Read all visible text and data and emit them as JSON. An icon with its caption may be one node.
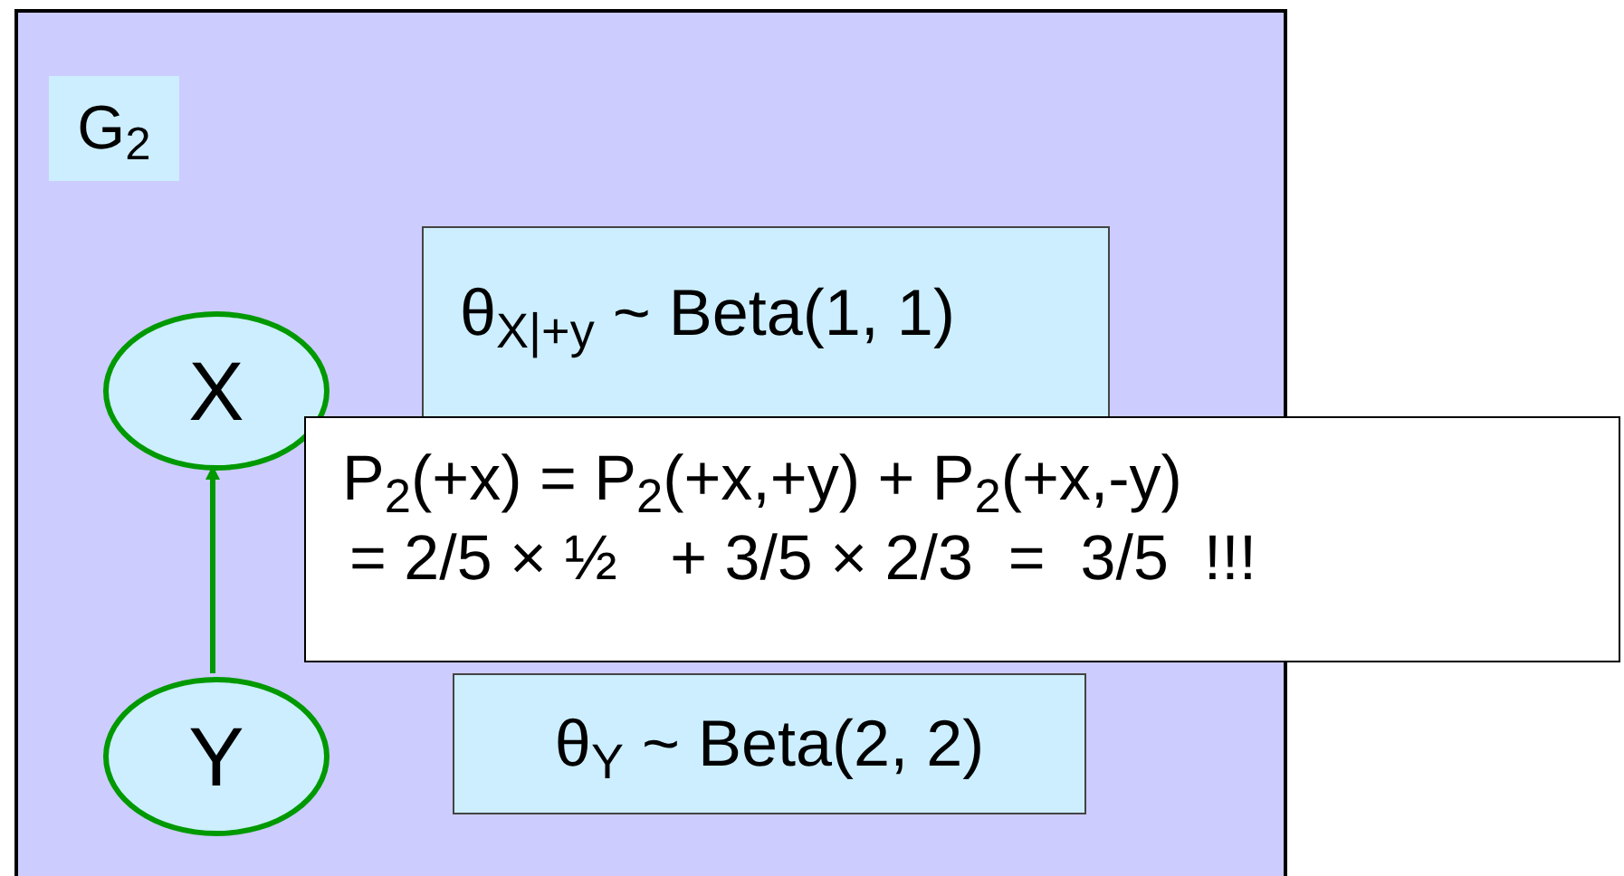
{
  "diagram": {
    "nodes": [
      {
        "text": [],
        "shape": "box"
      },
      {
        "text": [
          "G$_{2}$"
        ],
        "in": 0
      },
      {
        "text": [
          "X"
        ],
        "in": 0
      },
      {
        "text": [
          "Y"
        ],
        "in": 0
      },
      {
        "text": [
          "θ$_{X|+y}$ ~ Beta(1, 1)"
        ],
        "in": 0
      },
      {
        "text": [
          "θ$_{Y}$ ~ Beta(2, 2)"
        ],
        "in": 0
      },
      {
        "text": [
          "P$_{2}$(+x) = P$_{2}$(+x,+y) + P$_{2}$(+x,-y)",
          "= 2/5 × ½   + 3/5 × 2/3  =  3/5  !!!"
        ]
      }
    ],
    "edges": [
      {
        "from": 3,
        "to": 2,
        "arrow": "to",
        "color": "#009900"
      }
    ]
  }
}
